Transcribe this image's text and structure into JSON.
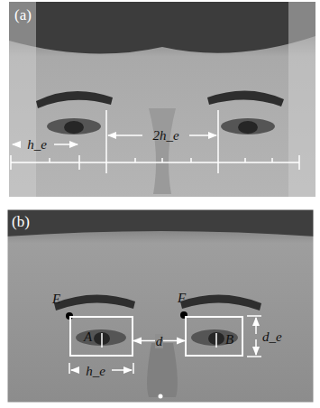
{
  "diagram": {
    "nodes": [
      {
        "text": [
          "A"
        ]
      },
      {
        "text": [
          "B"
        ]
      }
    ],
    "edges": [
      {
        "from": 0,
        "to": 1,
        "arrow": "both",
        "label": "d"
      }
    ],
    "labels": [
      "(a)",
      "h_e",
      "2h_e",
      "(b)",
      "E",
      "F",
      "h_e",
      "d_e"
    ]
  }
}
